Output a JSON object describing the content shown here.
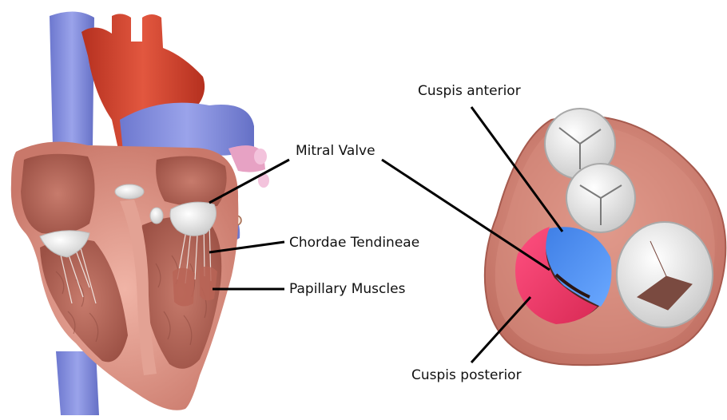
{
  "labels": {
    "mitral_valve": "Mitral Valve",
    "chordae_tendineae": "Chordae Tendineae",
    "papillary_muscles": "Papillary Muscles",
    "cuspis_anterior": "Cuspis anterior",
    "cuspis_posterior": "Cuspis posterior"
  },
  "colors": {
    "vein_blue": "#7c86d6",
    "artery_red": "#c8402e",
    "myocardium": "#d8877a",
    "cavity": "#b86a5e",
    "valve_white": "#eeeeee",
    "anterior_leaflet": "#4a8ef0",
    "posterior_leaflet": "#f0406a",
    "annulus": "#c9796d",
    "leader_line": "#000000"
  }
}
